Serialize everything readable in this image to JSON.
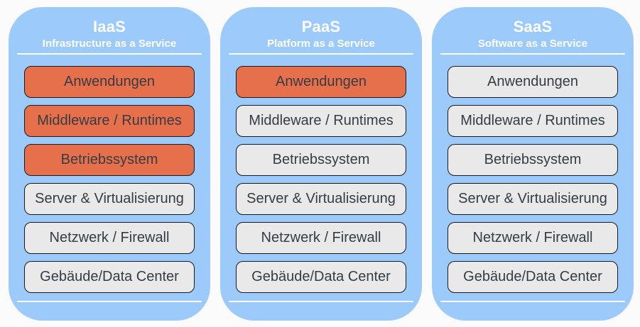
{
  "colors": {
    "column_blue": "#9CCBFB",
    "highlight_orange": "#E7704C",
    "layer_gray": "#E9E9E9",
    "layer_border": "#181A1F",
    "layer_text": "#353C44",
    "header_text": "#FFFFFF",
    "page_bg": "#FBFBFB"
  },
  "columns": [
    {
      "id": "iaas",
      "title": "IaaS",
      "subtitle": "Infrastructure as a Service",
      "layers": [
        {
          "label": "Anwendungen",
          "highlighted": true
        },
        {
          "label": "Middleware / Runtimes",
          "highlighted": true
        },
        {
          "label": "Betriebssystem",
          "highlighted": true
        },
        {
          "label": "Server & Virtualisierung",
          "highlighted": false
        },
        {
          "label": "Netzwerk / Firewall",
          "highlighted": false
        },
        {
          "label": "Gebäude/Data Center",
          "highlighted": false
        }
      ]
    },
    {
      "id": "paas",
      "title": "PaaS",
      "subtitle": "Platform as a Service",
      "layers": [
        {
          "label": "Anwendungen",
          "highlighted": true
        },
        {
          "label": "Middleware / Runtimes",
          "highlighted": false
        },
        {
          "label": "Betriebssystem",
          "highlighted": false
        },
        {
          "label": "Server & Virtualisierung",
          "highlighted": false
        },
        {
          "label": "Netzwerk / Firewall",
          "highlighted": false
        },
        {
          "label": "Gebäude/Data Center",
          "highlighted": false
        }
      ]
    },
    {
      "id": "saas",
      "title": "SaaS",
      "subtitle": "Software as a Service",
      "layers": [
        {
          "label": "Anwendungen",
          "highlighted": false
        },
        {
          "label": "Middleware / Runtimes",
          "highlighted": false
        },
        {
          "label": "Betriebssystem",
          "highlighted": false
        },
        {
          "label": "Server & Virtualisierung",
          "highlighted": false
        },
        {
          "label": "Netzwerk / Firewall",
          "highlighted": false
        },
        {
          "label": "Gebäude/Data Center",
          "highlighted": false
        }
      ]
    }
  ]
}
